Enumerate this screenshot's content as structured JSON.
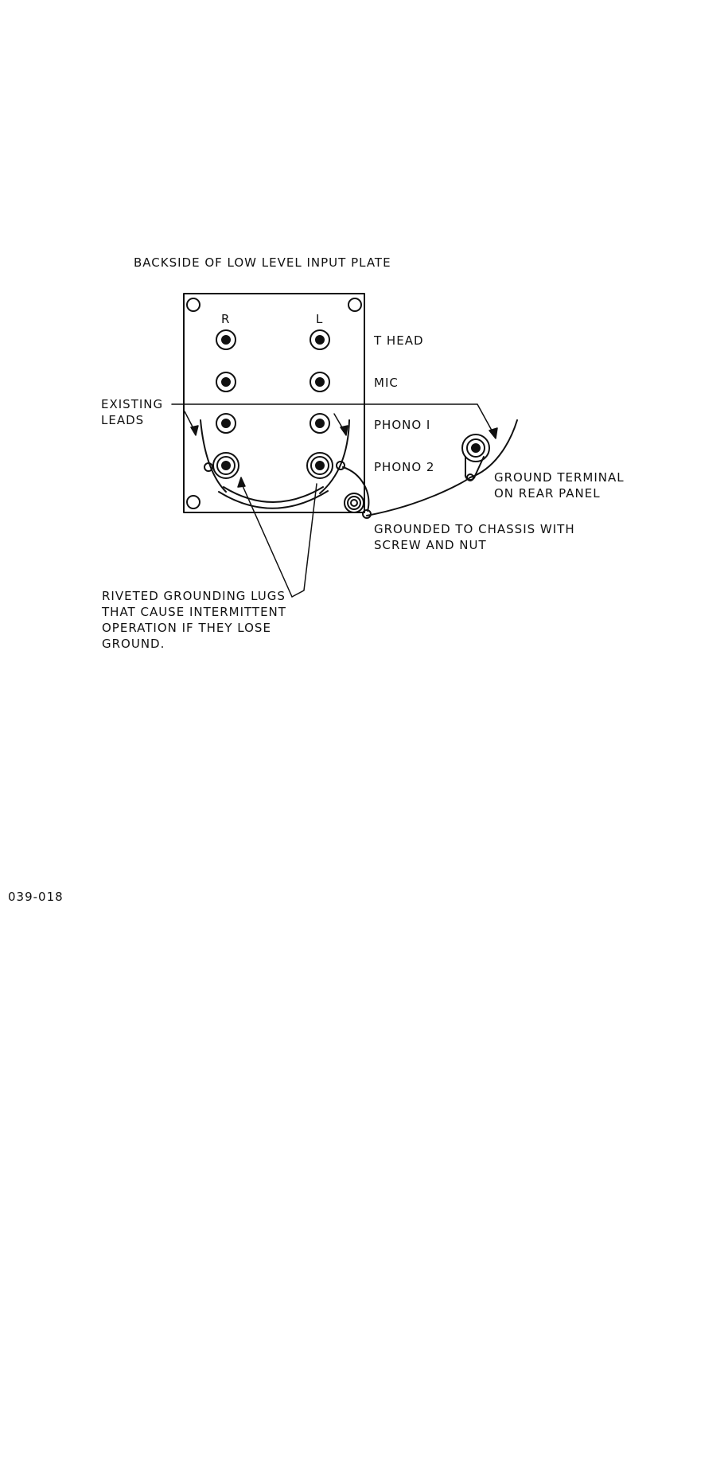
{
  "title": "BACKSIDE OF LOW LEVEL INPUT PLATE",
  "columns": {
    "right": "R",
    "left": "L"
  },
  "rows": [
    "T HEAD",
    "MIC",
    "PHONO I",
    "PHONO 2"
  ],
  "callouts": {
    "existing_leads": "EXISTING\nLEADS",
    "ground_terminal": "GROUND TERMINAL\nON REAR PANEL",
    "grounded_to_chassis": "GROUNDED TO CHASSIS WITH\nSCREW AND NUT",
    "riveted_lugs": "RIVETED GROUNDING LUGS\nTHAT CAUSE INTERMITTENT\nOPERATION IF THEY LOSE\nGROUND."
  },
  "figure_number": "039-018",
  "colors": {
    "ink": "#111111",
    "paper": "#ffffff"
  }
}
